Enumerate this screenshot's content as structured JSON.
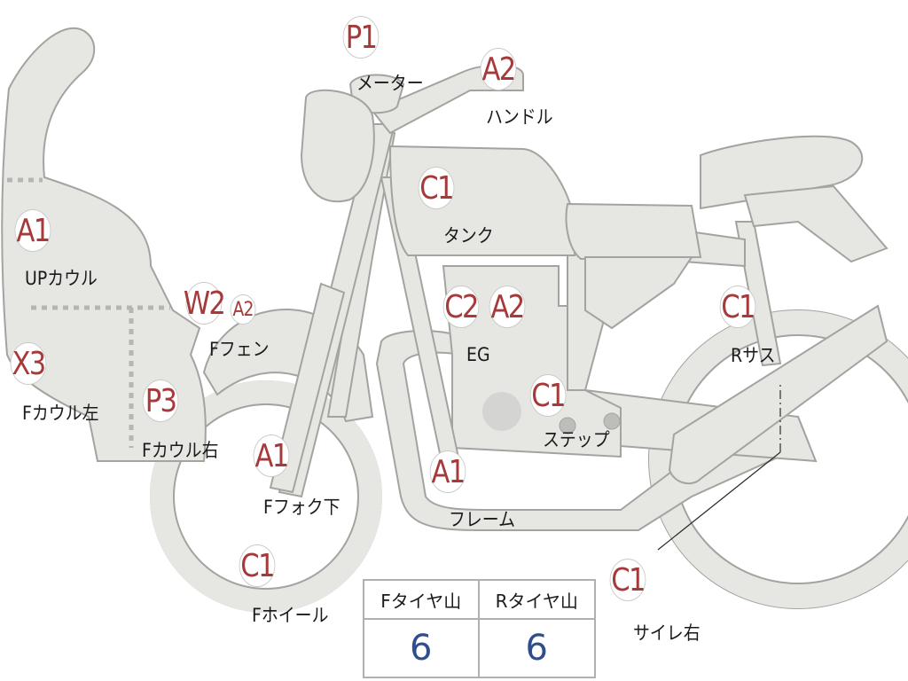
{
  "labels": {
    "meter": {
      "code": "P1",
      "name": "メーター"
    },
    "handle": {
      "code": "A2",
      "name": "ハンドル"
    },
    "tank": {
      "code": "C1",
      "name": "タンク"
    },
    "up_cowl": {
      "code": "A1",
      "name": "UPカウル"
    },
    "f_fender": {
      "code": "W2",
      "code2": "A2",
      "name": "Fフェン"
    },
    "f_cowl_left": {
      "code": "X3",
      "name": "Fカウル左"
    },
    "f_cowl_right": {
      "code": "P3",
      "name": "Fカウル右"
    },
    "engine": {
      "code": "C2",
      "code2": "A2",
      "name": "EG"
    },
    "step": {
      "code": "C1",
      "name": "ステップ"
    },
    "r_sus": {
      "code": "C1",
      "name": "Rサス"
    },
    "f_fork": {
      "code": "A1",
      "name": "Fフォク下"
    },
    "frame": {
      "code": "A1",
      "name": "フレーム"
    },
    "f_wheel": {
      "code": "C1",
      "name": "Fホイール"
    },
    "side_right": {
      "code": "C1",
      "name": "サイレ右"
    }
  },
  "tire_table": {
    "headers": [
      "Fタイヤ山",
      "Rタイヤ山"
    ],
    "values": [
      "6",
      "6"
    ]
  },
  "colors": {
    "part_fill": "#e6e6e3",
    "part_stroke": "#a3a3a0",
    "code_text": "#a63a3a",
    "value_text": "#2f4e8e"
  }
}
